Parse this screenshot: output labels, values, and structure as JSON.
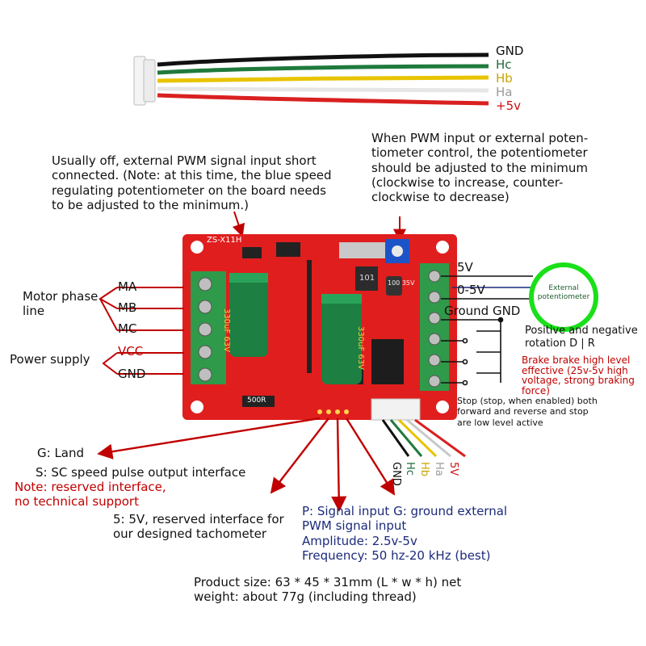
{
  "wire_labels": {
    "gnd": {
      "text": "GND",
      "color": "#111111"
    },
    "hc": {
      "text": "Hc",
      "color": "#1e6b3a"
    },
    "hb": {
      "text": "Hb",
      "color": "#c9a400"
    },
    "ha": {
      "text": "Ha",
      "color": "#9a9a9a"
    },
    "v5": {
      "text": "+5v",
      "color": "#cc1111"
    }
  },
  "notes": {
    "pwm_pot": "When PWM input or external poten-\ntiometer control, the potentiometer\nshould be adjusted to the minimum\n(clockwise to increase, counter-\nclockwise to decrease)",
    "pwm_short": "Usually off, external PWM signal input short\nconnected. (Note: at this time, the blue speed\nregulating potentiometer on the board needs\nto be adjusted to the minimum.)"
  },
  "board": {
    "model_label": "ZS-X11H",
    "cap1": "330uF 63V",
    "cap2": "330uF 63V",
    "inductor": "101",
    "mini_cap": "100 35V",
    "resistor": "500R"
  },
  "left_terminals": {
    "motor_phase_line": "Motor phase\nline",
    "ma": "MA",
    "mb": "MB",
    "mc": "MC",
    "power_supply": "Power supply",
    "vcc": "VCC",
    "gnd": "GND"
  },
  "right_terminals": {
    "v5": "5V",
    "v0_5": "0-5V",
    "ground": "Ground GND",
    "external_pot": "External\npotentiometer",
    "direction": "Positive and negative\nrotation D | R",
    "brake": "Brake brake high level\neffective (25v-5v high\nvoltage, strong braking\nforce)",
    "stop": "Stop (stop, when enabled) both\nforward and reverse and stop\nare low level active"
  },
  "connector_labels": {
    "gnd": "GND",
    "hc": "Hc",
    "hb": "Hb",
    "ha": "Ha",
    "v5": "5V"
  },
  "bottom": {
    "g_land": "G: Land",
    "sc_speed": "S: SC speed pulse output interface",
    "reserved_note": "Note: reserved interface,\nno technical support",
    "five_v": "5: 5V, reserved interface for\nour designed tachometer",
    "pwm_input": "P: Signal input G: ground external\nPWM signal input\nAmplitude: 2.5v-5v\nFrequency: 50 hz-20 kHz (best)",
    "product": "Product size: 63 * 45 * 31mm (L * w * h) net\nweight: about 77g (including thread)"
  },
  "colors": {
    "board": "#e01e1e",
    "terminal": "#2f9a4a",
    "arrow": "#c00000",
    "pot_circle": "#19e019",
    "text_red": "#c00000",
    "text_navy": "#1c2a7a"
  }
}
